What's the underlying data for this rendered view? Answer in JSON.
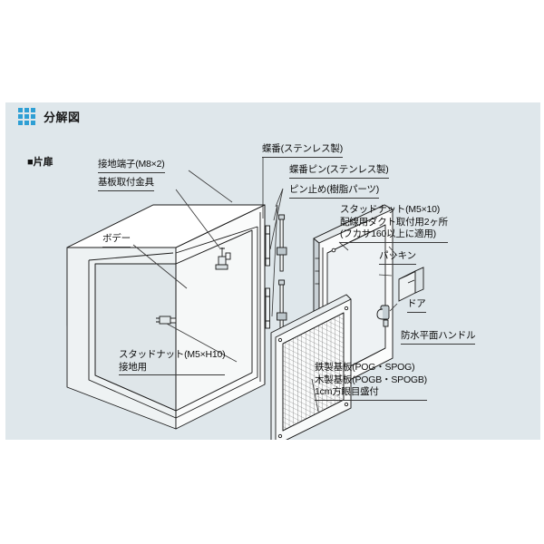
{
  "header": {
    "icon": "grid-3x3-icon",
    "title": "分解図",
    "accent_color": "#2e9fd4"
  },
  "subtitle": "■片扉",
  "panel": {
    "background_color": "#dfe7eb",
    "page_background_color": "#ffffff"
  },
  "labels": {
    "ground_terminal": "接地端子(M8×2)",
    "base_mounting_bracket": "基板取付金具",
    "body": "ボデー",
    "stud_nut_ground_1": "スタッドナット(M5×H10)",
    "stud_nut_ground_2": "接地用",
    "hinge": "蝶番(ステンレス製)",
    "hinge_pin": "蝶番ピン(ステンレス製)",
    "pin_stop": "ピン止め(樹脂パーツ)",
    "stud_nut_duct_1": "スタッドナット(M5×10)",
    "stud_nut_duct_2": "配線用ダクト取付用2ヶ所",
    "stud_nut_duct_3": "(フカサ160以上に適用)",
    "packing": "パッキン",
    "door": "ドア",
    "waterproof_handle": "防水平面ハンドル",
    "steel_base_plate": "鉄製基板(POG・SPOG)",
    "wood_base_plate": "木製基板(POGB・SPOGB)",
    "grid_scale": "1cm方眼目盛付"
  },
  "drawing": {
    "parts": [
      "body-enclosure",
      "door-panel",
      "mesh-base-plate",
      "hinge-assembly",
      "hinge-pin",
      "pin-stop",
      "ground-terminal",
      "waterproof-handle",
      "stud-nut"
    ],
    "line_color": "#1a1a1a",
    "fill_light": "#f4f6f7",
    "fill_mid": "#e4e9eb",
    "fill_dark": "#cfd6da"
  }
}
